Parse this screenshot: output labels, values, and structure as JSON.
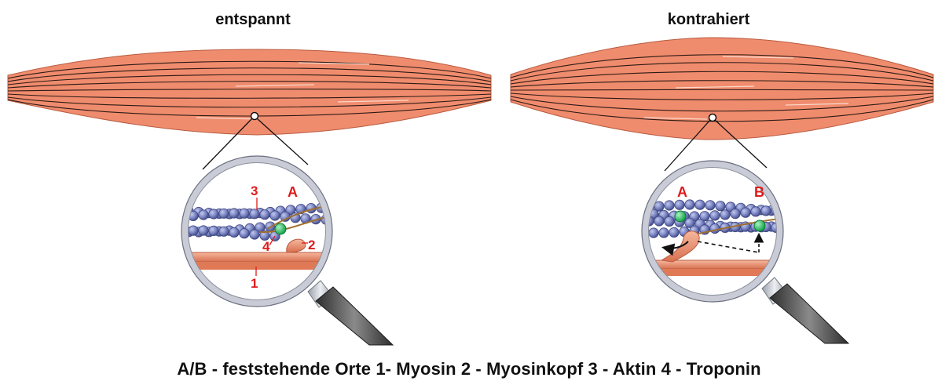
{
  "panels": {
    "left": {
      "title": "entspannt"
    },
    "right": {
      "title": "kontrahiert"
    }
  },
  "labels": {
    "num1": "1",
    "num2": "2",
    "num3": "3",
    "num4": "4",
    "site_a": "A",
    "site_b": "B"
  },
  "legend": "A/B - feststehende Orte   1- Myosin  2 - Myosinkopf  3 - Aktin  4 - Troponin",
  "colors": {
    "muscle": "#f08c6e",
    "muscle_line": "#2b1a14",
    "actin_bead": "#7b86c4",
    "troponin": "#22c55e",
    "myosin": "#e8906f",
    "label_red": "#e01b1b",
    "lens_ring": "#c9ccd6"
  }
}
